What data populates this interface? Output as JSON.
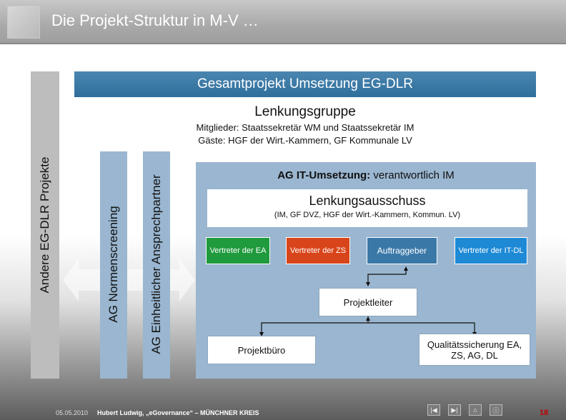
{
  "title": "Die Projekt-Struktur in M-V …",
  "header": "Gesamtprojekt Umsetzung EG-DLR",
  "lenkungsgruppe": {
    "title": "Lenkungsgruppe",
    "line1": "Mitglieder: Staatssekretär WM und Staatssekretär IM",
    "line2": "Gäste: HGF der Wirt.-Kammern, GF Kommunale LV"
  },
  "sidebars": {
    "andere": "Andere EG-DLR Projekte",
    "normen": "AG Normenscreening",
    "ansprech": "AG Einheitlicher Ansprechpartner"
  },
  "ag_it": {
    "bold": "AG IT-Umsetzung:",
    "rest": " verantwortlich IM"
  },
  "lenkungsausschuss": {
    "title": "Lenkungsausschuss",
    "sub": "(IM, GF DVZ, HGF der Wirt.-Kammern, Kommun. LV)"
  },
  "chips": {
    "ea": "Vertreter der EA",
    "zs": "Vertreter der ZS",
    "auftraggeber": "Auftraggeber",
    "itdl": "Vertreter der IT-DL"
  },
  "colors": {
    "ea": "#1f9a3c",
    "zs": "#d9451a",
    "auftraggeber": "#3a78a8",
    "itdl": "#1e8ad6"
  },
  "boxes": {
    "projektleiter": "Projektleiter",
    "projektbuero": "Projektbüro",
    "qs": "Qualitätssicherung EA, ZS, AG, DL"
  },
  "footer": {
    "date": "05.05.2010",
    "text": "Hubert Ludwig, „eGovernance“ – MÜNCHNER KREIS",
    "page": "18"
  },
  "nav_icons": [
    "first-icon",
    "last-icon",
    "home-icon",
    "info-icon"
  ]
}
